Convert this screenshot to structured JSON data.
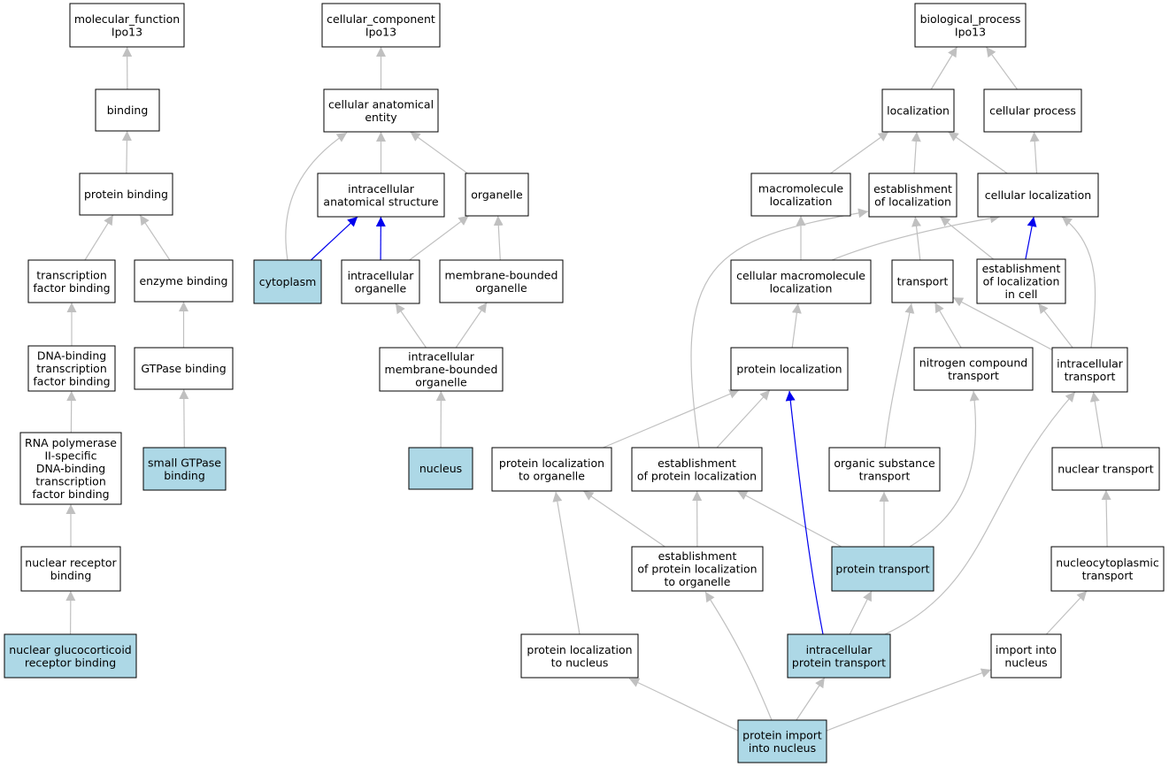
{
  "colors": {
    "background": "#ffffff",
    "node_fill": "#ffffff",
    "highlight_fill": "#add8e6",
    "node_border": "#000000",
    "edge_gray": "#c0c0c0",
    "edge_blue": "#0000ee"
  },
  "nodes": [
    {
      "id": "mf_root",
      "lines": [
        "molecular_function",
        "Ipo13"
      ],
      "highlight": false
    },
    {
      "id": "binding",
      "lines": [
        "binding"
      ],
      "highlight": false
    },
    {
      "id": "protein_binding",
      "lines": [
        "protein binding"
      ],
      "highlight": false
    },
    {
      "id": "tf_binding",
      "lines": [
        "transcription",
        "factor binding"
      ],
      "highlight": false
    },
    {
      "id": "enzyme_binding",
      "lines": [
        "enzyme binding"
      ],
      "highlight": false
    },
    {
      "id": "dna_tf_binding",
      "lines": [
        "DNA-binding",
        "transcription",
        "factor binding"
      ],
      "highlight": false
    },
    {
      "id": "gtpase_binding",
      "lines": [
        "GTPase binding"
      ],
      "highlight": false
    },
    {
      "id": "rnapol_tf_binding",
      "lines": [
        "RNA polymerase",
        "II-specific",
        "DNA-binding",
        "transcription",
        "factor binding"
      ],
      "highlight": false
    },
    {
      "id": "small_gtpase_binding",
      "lines": [
        "small GTPase",
        "binding"
      ],
      "highlight": true
    },
    {
      "id": "nuclear_receptor_binding",
      "lines": [
        "nuclear receptor",
        "binding"
      ],
      "highlight": false
    },
    {
      "id": "nuclear_gluco_binding",
      "lines": [
        "nuclear glucocorticoid",
        "receptor binding"
      ],
      "highlight": true
    },
    {
      "id": "cc_root",
      "lines": [
        "cellular_component",
        "Ipo13"
      ],
      "highlight": false
    },
    {
      "id": "cell_anat_entity",
      "lines": [
        "cellular anatomical",
        "entity"
      ],
      "highlight": false
    },
    {
      "id": "intracell_anat_struct",
      "lines": [
        "intracellular",
        "anatomical structure"
      ],
      "highlight": false
    },
    {
      "id": "organelle",
      "lines": [
        "organelle"
      ],
      "highlight": false
    },
    {
      "id": "cytoplasm",
      "lines": [
        "cytoplasm"
      ],
      "highlight": true
    },
    {
      "id": "intracell_organelle",
      "lines": [
        "intracellular",
        "organelle"
      ],
      "highlight": false
    },
    {
      "id": "membrane_bounded_organelle",
      "lines": [
        "membrane-bounded",
        "organelle"
      ],
      "highlight": false
    },
    {
      "id": "intracell_mb_organelle",
      "lines": [
        "intracellular",
        "membrane-bounded",
        "organelle"
      ],
      "highlight": false
    },
    {
      "id": "nucleus",
      "lines": [
        "nucleus"
      ],
      "highlight": true
    },
    {
      "id": "bp_root",
      "lines": [
        "biological_process",
        "Ipo13"
      ],
      "highlight": false
    },
    {
      "id": "localization",
      "lines": [
        "localization"
      ],
      "highlight": false
    },
    {
      "id": "cellular_process",
      "lines": [
        "cellular process"
      ],
      "highlight": false
    },
    {
      "id": "macromolecule_localization",
      "lines": [
        "macromolecule",
        "localization"
      ],
      "highlight": false
    },
    {
      "id": "establishment_localization",
      "lines": [
        "establishment",
        "of localization"
      ],
      "highlight": false
    },
    {
      "id": "cellular_localization",
      "lines": [
        "cellular localization"
      ],
      "highlight": false
    },
    {
      "id": "cellular_macromolecule_localization",
      "lines": [
        "cellular macromolecule",
        "localization"
      ],
      "highlight": false
    },
    {
      "id": "transport",
      "lines": [
        "transport"
      ],
      "highlight": false
    },
    {
      "id": "establishment_localization_cell",
      "lines": [
        "establishment",
        "of localization",
        "in cell"
      ],
      "highlight": false
    },
    {
      "id": "protein_localization",
      "lines": [
        "protein localization"
      ],
      "highlight": false
    },
    {
      "id": "nitrogen_compound_transport",
      "lines": [
        "nitrogen compound",
        "transport"
      ],
      "highlight": false
    },
    {
      "id": "intracellular_transport",
      "lines": [
        "intracellular",
        "transport"
      ],
      "highlight": false
    },
    {
      "id": "protein_localization_organelle",
      "lines": [
        "protein localization",
        "to organelle"
      ],
      "highlight": false
    },
    {
      "id": "establishment_protein_localization",
      "lines": [
        "establishment",
        "of protein localization"
      ],
      "highlight": false
    },
    {
      "id": "organic_substance_transport",
      "lines": [
        "organic substance",
        "transport"
      ],
      "highlight": false
    },
    {
      "id": "nuclear_transport",
      "lines": [
        "nuclear transport"
      ],
      "highlight": false
    },
    {
      "id": "establishment_protein_localization_organelle",
      "lines": [
        "establishment",
        "of protein localization",
        "to organelle"
      ],
      "highlight": false
    },
    {
      "id": "protein_transport",
      "lines": [
        "protein transport"
      ],
      "highlight": true
    },
    {
      "id": "nucleocytoplasmic_transport",
      "lines": [
        "nucleocytoplasmic",
        "transport"
      ],
      "highlight": false
    },
    {
      "id": "protein_localization_nucleus",
      "lines": [
        "protein localization",
        "to nucleus"
      ],
      "highlight": false
    },
    {
      "id": "intracellular_protein_transport",
      "lines": [
        "intracellular",
        "protein transport"
      ],
      "highlight": true
    },
    {
      "id": "import_into_nucleus",
      "lines": [
        "import into",
        "nucleus"
      ],
      "highlight": false
    },
    {
      "id": "protein_import_nucleus",
      "lines": [
        "protein import",
        "into nucleus"
      ],
      "highlight": true
    }
  ],
  "edges": [
    {
      "from": "binding",
      "to": "mf_root",
      "color": "gray"
    },
    {
      "from": "protein_binding",
      "to": "binding",
      "color": "gray"
    },
    {
      "from": "tf_binding",
      "to": "protein_binding",
      "color": "gray"
    },
    {
      "from": "enzyme_binding",
      "to": "protein_binding",
      "color": "gray"
    },
    {
      "from": "dna_tf_binding",
      "to": "tf_binding",
      "color": "gray"
    },
    {
      "from": "gtpase_binding",
      "to": "enzyme_binding",
      "color": "gray"
    },
    {
      "from": "rnapol_tf_binding",
      "to": "dna_tf_binding",
      "color": "gray"
    },
    {
      "from": "small_gtpase_binding",
      "to": "gtpase_binding",
      "color": "gray"
    },
    {
      "from": "nuclear_receptor_binding",
      "to": "rnapol_tf_binding",
      "color": "gray"
    },
    {
      "from": "nuclear_gluco_binding",
      "to": "nuclear_receptor_binding",
      "color": "gray"
    },
    {
      "from": "cell_anat_entity",
      "to": "cc_root",
      "color": "gray"
    },
    {
      "from": "intracell_anat_struct",
      "to": "cell_anat_entity",
      "color": "gray"
    },
    {
      "from": "organelle",
      "to": "cell_anat_entity",
      "color": "gray"
    },
    {
      "from": "cytoplasm",
      "to": "cell_anat_entity",
      "color": "gray"
    },
    {
      "from": "cytoplasm",
      "to": "intracell_anat_struct",
      "color": "blue"
    },
    {
      "from": "intracell_organelle",
      "to": "intracell_anat_struct",
      "color": "blue"
    },
    {
      "from": "intracell_organelle",
      "to": "organelle",
      "color": "gray"
    },
    {
      "from": "membrane_bounded_organelle",
      "to": "organelle",
      "color": "gray"
    },
    {
      "from": "intracell_mb_organelle",
      "to": "intracell_organelle",
      "color": "gray"
    },
    {
      "from": "intracell_mb_organelle",
      "to": "membrane_bounded_organelle",
      "color": "gray"
    },
    {
      "from": "nucleus",
      "to": "intracell_mb_organelle",
      "color": "gray"
    },
    {
      "from": "localization",
      "to": "bp_root",
      "color": "gray"
    },
    {
      "from": "cellular_process",
      "to": "bp_root",
      "color": "gray"
    },
    {
      "from": "macromolecule_localization",
      "to": "localization",
      "color": "gray"
    },
    {
      "from": "establishment_localization",
      "to": "localization",
      "color": "gray"
    },
    {
      "from": "cellular_localization",
      "to": "localization",
      "color": "gray"
    },
    {
      "from": "cellular_localization",
      "to": "cellular_process",
      "color": "gray"
    },
    {
      "from": "cellular_macromolecule_localization",
      "to": "macromolecule_localization",
      "color": "gray"
    },
    {
      "from": "cellular_macromolecule_localization",
      "to": "cellular_localization",
      "color": "gray"
    },
    {
      "from": "transport",
      "to": "establishment_localization",
      "color": "gray"
    },
    {
      "from": "establishment_localization_cell",
      "to": "establishment_localization",
      "color": "gray"
    },
    {
      "from": "establishment_localization_cell",
      "to": "cellular_localization",
      "color": "blue"
    },
    {
      "from": "protein_localization",
      "to": "cellular_macromolecule_localization",
      "color": "gray"
    },
    {
      "from": "nitrogen_compound_transport",
      "to": "transport",
      "color": "gray"
    },
    {
      "from": "intracellular_transport",
      "to": "transport",
      "color": "gray"
    },
    {
      "from": "intracellular_transport",
      "to": "establishment_localization_cell",
      "color": "gray"
    },
    {
      "from": "intracellular_transport",
      "to": "cellular_localization",
      "color": "gray"
    },
    {
      "from": "protein_localization_organelle",
      "to": "protein_localization",
      "color": "gray"
    },
    {
      "from": "establishment_protein_localization",
      "to": "protein_localization",
      "color": "gray"
    },
    {
      "from": "establishment_protein_localization",
      "to": "establishment_localization",
      "color": "gray"
    },
    {
      "from": "organic_substance_transport",
      "to": "transport",
      "color": "gray"
    },
    {
      "from": "nuclear_transport",
      "to": "intracellular_transport",
      "color": "gray"
    },
    {
      "from": "establishment_protein_localization_organelle",
      "to": "protein_localization_organelle",
      "color": "gray"
    },
    {
      "from": "establishment_protein_localization_organelle",
      "to": "establishment_protein_localization",
      "color": "gray"
    },
    {
      "from": "protein_transport",
      "to": "establishment_protein_localization",
      "color": "gray"
    },
    {
      "from": "protein_transport",
      "to": "organic_substance_transport",
      "color": "gray"
    },
    {
      "from": "protein_transport",
      "to": "nitrogen_compound_transport",
      "color": "gray"
    },
    {
      "from": "nucleocytoplasmic_transport",
      "to": "nuclear_transport",
      "color": "gray"
    },
    {
      "from": "protein_localization_nucleus",
      "to": "protein_localization_organelle",
      "color": "gray"
    },
    {
      "from": "intracellular_protein_transport",
      "to": "protein_transport",
      "color": "gray"
    },
    {
      "from": "intracellular_protein_transport",
      "to": "intracellular_transport",
      "color": "gray"
    },
    {
      "from": "intracellular_protein_transport",
      "to": "protein_localization",
      "color": "blue"
    },
    {
      "from": "import_into_nucleus",
      "to": "nucleocytoplasmic_transport",
      "color": "gray"
    },
    {
      "from": "protein_import_nucleus",
      "to": "protein_localization_nucleus",
      "color": "gray"
    },
    {
      "from": "protein_import_nucleus",
      "to": "intracellular_protein_transport",
      "color": "gray"
    },
    {
      "from": "protein_import_nucleus",
      "to": "import_into_nucleus",
      "color": "gray"
    },
    {
      "from": "protein_import_nucleus",
      "to": "establishment_protein_localization_organelle",
      "color": "gray"
    }
  ]
}
